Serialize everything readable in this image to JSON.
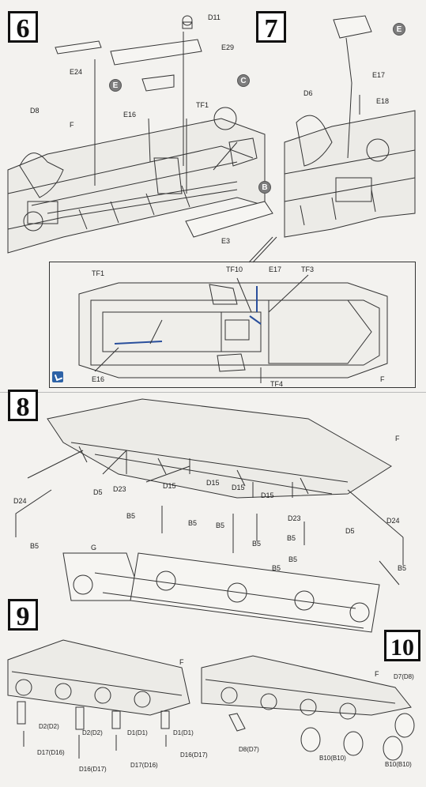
{
  "steps": {
    "s6": "6",
    "s7": "7",
    "s8": "8",
    "s9": "9",
    "s10": "10"
  },
  "callouts": {
    "e": "E",
    "c": "C",
    "b": "B"
  },
  "step6": {
    "d11": "D11",
    "e29": "E29",
    "e24": "E24",
    "e16": "E16",
    "tf1": "TF1",
    "d8": "D8",
    "f": "F",
    "e3": "E3"
  },
  "step7": {
    "e17": "E17",
    "e18": "E18",
    "d6": "D6"
  },
  "inset": {
    "tf1": "TF1",
    "tf10": "TF10",
    "e17": "E17",
    "tf3": "TF3",
    "e16": "E16",
    "tf4": "TF4",
    "f": "F"
  },
  "step8": {
    "f": "F",
    "d5a": "D5",
    "d23a": "D23",
    "d15a": "D15",
    "d15b": "D15",
    "d15c": "D15",
    "d15d": "D15",
    "d24a": "D24",
    "b5a": "B5",
    "b5b": "B5",
    "b5c": "B5",
    "b5d": "B5",
    "b5e": "B5",
    "b5f": "B5",
    "b5g": "B5",
    "b5h": "B5",
    "g": "G",
    "d23b": "D23",
    "d5b": "D5",
    "d24b": "D24",
    "b5i": "B5"
  },
  "step9": {
    "f": "F",
    "d2a": "D2(D2)",
    "d2b": "D2(D2)",
    "d1a": "D1(D1)",
    "d1b": "D1(D1)",
    "d17a": "D17(D16)",
    "d16a": "D16(D17)",
    "d17b": "D17(D16)",
    "d16b": "D16(D17)"
  },
  "step10": {
    "f": "F",
    "d7": "D7(D8)",
    "d8": "D8(D7)",
    "b10a": "B10(B10)",
    "b10b": "B10(B10)"
  }
}
